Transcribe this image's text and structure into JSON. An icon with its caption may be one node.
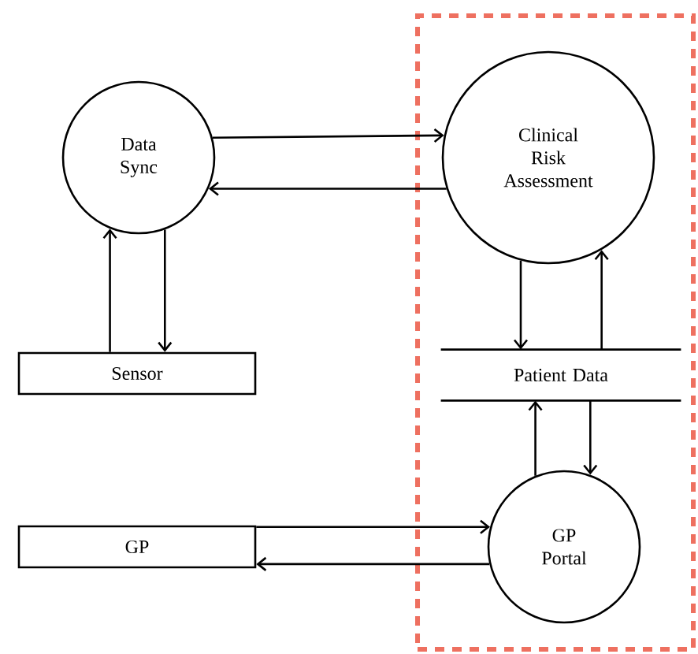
{
  "diagram": {
    "nodes": [
      {
        "text": [],
        "shape": "box"
      },
      {
        "text": [
          "Data Sync"
        ]
      },
      {
        "text": [
          "Clinical Risk Assessment"
        ],
        "in": 0
      },
      {
        "text": [
          "Sensor"
        ]
      },
      {
        "text": [
          "Patient Data"
        ],
        "in": 0
      },
      {
        "text": [
          "GP"
        ]
      },
      {
        "text": [
          "GP Portal"
        ],
        "in": 0
      }
    ],
    "edges": [
      {
        "from": 1,
        "to": 2,
        "arrow": "to"
      },
      {
        "from": 2,
        "to": 1,
        "arrow": "to"
      },
      {
        "from": 3,
        "to": 1,
        "arrow": "to"
      },
      {
        "from": 1,
        "to": 3,
        "arrow": "to"
      },
      {
        "from": 2,
        "to": 4,
        "arrow": "to"
      },
      {
        "from": 4,
        "to": 2,
        "arrow": "to"
      },
      {
        "from": 4,
        "to": 6,
        "arrow": "to"
      },
      {
        "from": 6,
        "to": 4,
        "arrow": "to"
      },
      {
        "from": 5,
        "to": 6,
        "arrow": "to"
      },
      {
        "from": 6,
        "to": 5,
        "arrow": "to"
      }
    ]
  }
}
